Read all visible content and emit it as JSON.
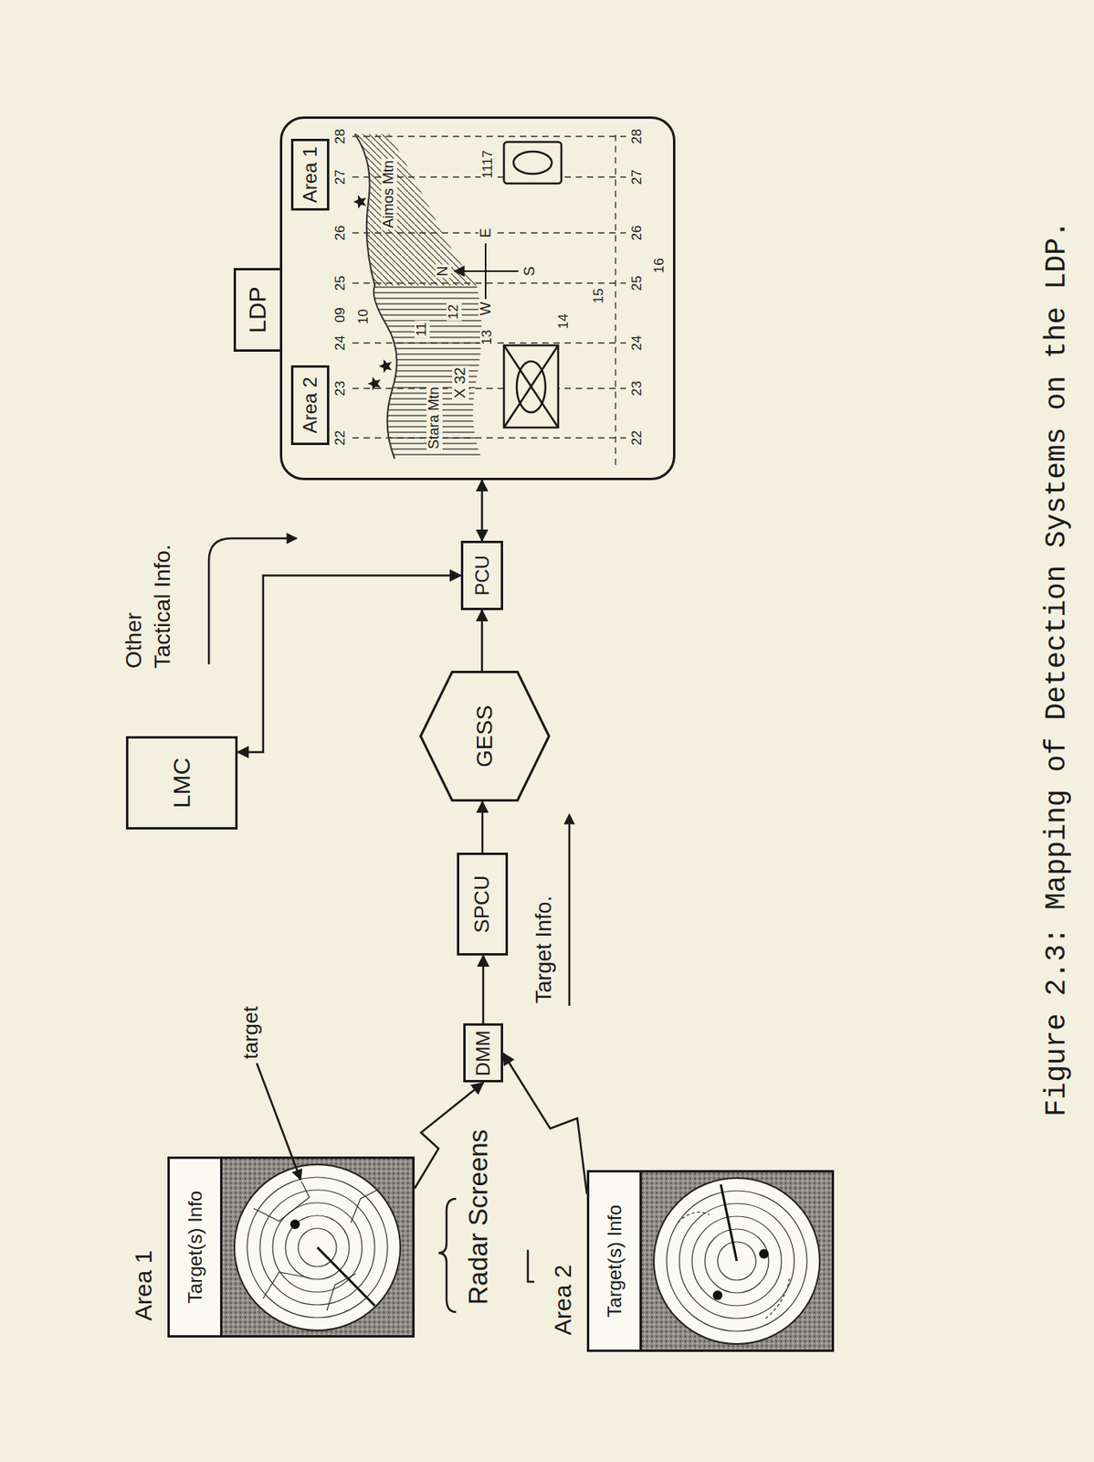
{
  "diagram": {
    "caption": "Figure 2.3: Mapping of Detection Systems on the LDP.",
    "nodes": [
      {
        "text": [
          "Area 1",
          "Target(s) Info"
        ]
      },
      {
        "text": [
          "Area 2",
          "Target(s) Info"
        ]
      },
      {
        "text": [
          "DMM"
        ]
      },
      {
        "text": [
          "SPCU"
        ]
      },
      {
        "text": [
          "GESS"
        ]
      },
      {
        "text": [
          "LMC"
        ]
      },
      {
        "text": [
          "PCU"
        ]
      },
      {
        "text": [
          "LDP"
        ]
      },
      {
        "text": [
          "Area 2"
        ],
        "in": 7
      },
      {
        "text": [
          "Area 1"
        ],
        "in": 7
      }
    ],
    "edges": [
      {
        "from": 0,
        "to": 2,
        "arrow": "to"
      },
      {
        "from": 1,
        "to": 2,
        "arrow": "to"
      },
      {
        "from": 2,
        "to": 3,
        "arrow": "to"
      },
      {
        "from": 3,
        "to": 4,
        "arrow": "to"
      },
      {
        "from": 4,
        "to": 6,
        "arrow": "to"
      },
      {
        "from": 5,
        "to": 6,
        "arrow": "both"
      },
      {
        "from": 6,
        "to": 7,
        "arrow": "both"
      }
    ],
    "labels": [
      "target",
      "Radar Screens",
      "Target Info.",
      "Other Tactical Info.",
      "22",
      "23",
      "24",
      "25",
      "26",
      "27",
      "28",
      "09",
      "10",
      "11",
      "12",
      "13",
      "14",
      "15",
      "16",
      "Stara Mtn",
      "Aimos Mtn",
      "N",
      "E",
      "S",
      "W",
      "X 32",
      "1117",
      "22",
      "23",
      "24",
      "25",
      "26",
      "27",
      "28"
    ]
  }
}
